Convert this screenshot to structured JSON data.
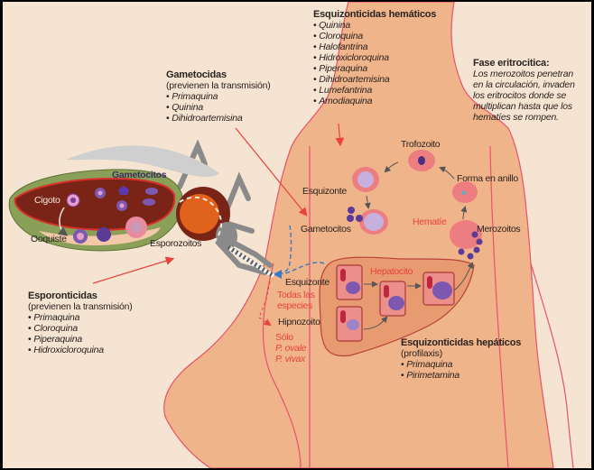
{
  "colors": {
    "background": "#f5e4d2",
    "body": "#f0b48a",
    "outline_red": "#e8423a",
    "rbc": "#ec7d80",
    "parasite": "#6b3fa0",
    "mosquito_gut": "#7a2418",
    "mosquito_gray": "#8a8a8a",
    "liver": "#e89a70"
  },
  "annotations": {
    "schizonticides_blood": {
      "title": "Esquizonticidas hemáticos",
      "drugs": [
        "Quinina",
        "Cloroquina",
        "Halofantrina",
        "Hidroxicloroquina",
        "Piperaquina",
        "Dihidroartemisina",
        "Lumefantrina",
        "Amodiaquina"
      ]
    },
    "gametocides": {
      "title": "Gametocidas",
      "subtitle": "(previenen la transmisión)",
      "drugs": [
        "Primaquina",
        "Quinina",
        "Dihidroartemisina"
      ]
    },
    "erythrocytic_phase": {
      "title": "Fase eritrocitica:",
      "text_lines": [
        "Los merozoitos penetran",
        "en la circulación, invaden",
        "los eritrocitos donde se",
        "multiplican hasta que los",
        "hematíes se rompen."
      ]
    },
    "sporonticides": {
      "title": "Esporonticidas",
      "subtitle": "(previenen la transmisión)",
      "drugs": [
        "Primaquina",
        "Cloroquina",
        "Piperaquina",
        "Hidroxicloroquina"
      ]
    },
    "schizonticides_liver": {
      "title": "Esquizonticidas hepáticos",
      "subtitle": "(profilaxis)",
      "drugs": [
        "Primaquina",
        "Pirimetamina"
      ]
    }
  },
  "labels": {
    "mosquito": {
      "gametocytes": "Gametocitos",
      "zygote": "Cigoto",
      "oocyst": "Ooquiste",
      "sporozoites": "Esporozoitos"
    },
    "blood_cycle": {
      "trophozoite": "Trofozoito",
      "ring_form": "Forma en anillo",
      "schizont": "Esquizonte",
      "red_cell": "Hematíe",
      "merozoites": "Merozoitos",
      "gametocytes": "Gametocitos"
    },
    "liver": {
      "schizont": "Esquizonte",
      "all_species_1": "Todas las",
      "all_species_2": "especies",
      "hypnozoite": "Hipnozoito",
      "only": "Sólo",
      "p_ovale": "P. ovale",
      "p_vivax": "P. vivax",
      "hepatocyte": "Hepatocito"
    }
  }
}
